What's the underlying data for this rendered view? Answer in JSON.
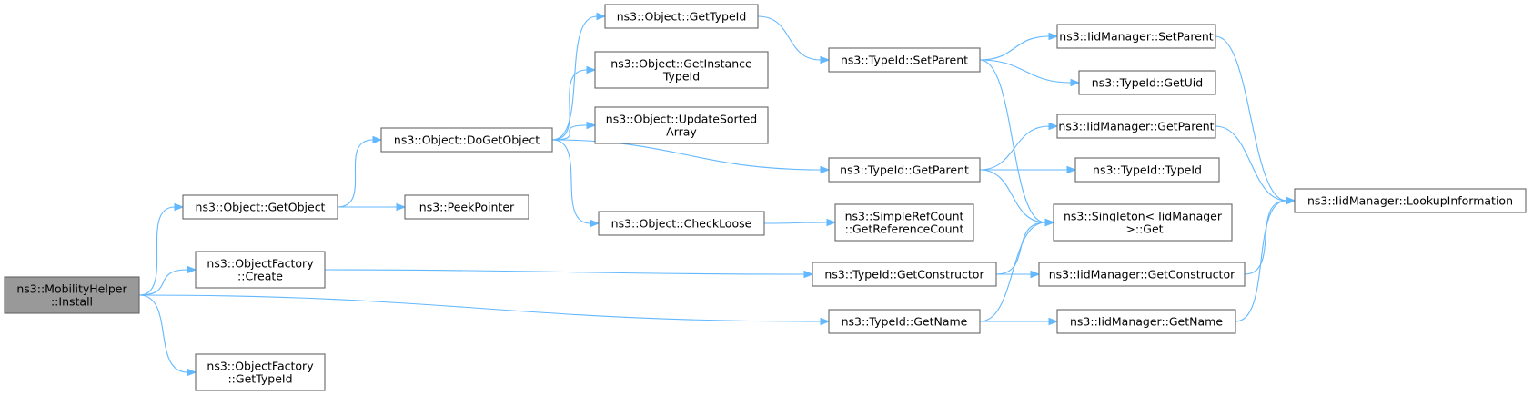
{
  "graph": {
    "type": "call-graph",
    "colors": {
      "root_fill": "#999999",
      "node_border": "#666666",
      "edge": "#63b8ff"
    },
    "nodes": [
      {
        "id": "install",
        "lines": [
          "ns3::MobilityHelper",
          "::Install"
        ],
        "root": true
      },
      {
        "id": "getobject",
        "lines": [
          "ns3::Object::GetObject"
        ]
      },
      {
        "id": "of_create",
        "lines": [
          "ns3::ObjectFactory",
          "::Create"
        ]
      },
      {
        "id": "of_gettypeid",
        "lines": [
          "ns3::ObjectFactory",
          "::GetTypeId"
        ]
      },
      {
        "id": "dogetobject",
        "lines": [
          "ns3::Object::DoGetObject"
        ]
      },
      {
        "id": "peekpointer",
        "lines": [
          "ns3::PeekPointer"
        ]
      },
      {
        "id": "obj_gettypeid",
        "lines": [
          "ns3::Object::GetTypeId"
        ]
      },
      {
        "id": "obj_getinstance",
        "lines": [
          "ns3::Object::GetInstance",
          "TypeId"
        ]
      },
      {
        "id": "obj_updatesorted",
        "lines": [
          "ns3::Object::UpdateSorted",
          "Array"
        ]
      },
      {
        "id": "obj_checkloose",
        "lines": [
          "ns3::Object::CheckLoose"
        ]
      },
      {
        "id": "tid_setparent",
        "lines": [
          "ns3::TypeId::SetParent"
        ]
      },
      {
        "id": "tid_getparent",
        "lines": [
          "ns3::TypeId::GetParent"
        ]
      },
      {
        "id": "simplerefcount",
        "lines": [
          "ns3::SimpleRefCount",
          "::GetReferenceCount"
        ]
      },
      {
        "id": "tid_getconstructor",
        "lines": [
          "ns3::TypeId::GetConstructor"
        ]
      },
      {
        "id": "tid_getname",
        "lines": [
          "ns3::TypeId::GetName"
        ]
      },
      {
        "id": "iid_setparent",
        "lines": [
          "ns3::IidManager::SetParent"
        ]
      },
      {
        "id": "tid_getuid",
        "lines": [
          "ns3::TypeId::GetUid"
        ]
      },
      {
        "id": "iid_getparent",
        "lines": [
          "ns3::IidManager::GetParent"
        ]
      },
      {
        "id": "tid_typeid",
        "lines": [
          "ns3::TypeId::TypeId"
        ]
      },
      {
        "id": "singleton_get",
        "lines": [
          "ns3::Singleton< IidManager",
          " >::Get"
        ]
      },
      {
        "id": "iid_getconstructor",
        "lines": [
          "ns3::IidManager::GetConstructor"
        ]
      },
      {
        "id": "iid_getname",
        "lines": [
          "ns3::IidManager::GetName"
        ]
      },
      {
        "id": "iid_lookup",
        "lines": [
          "ns3::IidManager::LookupInformation"
        ]
      }
    ],
    "edges": [
      {
        "from": "install",
        "to": "getobject"
      },
      {
        "from": "install",
        "to": "of_create"
      },
      {
        "from": "install",
        "to": "of_gettypeid"
      },
      {
        "from": "install",
        "to": "tid_getname"
      },
      {
        "from": "getobject",
        "to": "dogetobject"
      },
      {
        "from": "getobject",
        "to": "peekpointer"
      },
      {
        "from": "dogetobject",
        "to": "obj_gettypeid"
      },
      {
        "from": "dogetobject",
        "to": "obj_getinstance"
      },
      {
        "from": "dogetobject",
        "to": "obj_updatesorted"
      },
      {
        "from": "dogetobject",
        "to": "obj_checkloose"
      },
      {
        "from": "dogetobject",
        "to": "tid_getparent"
      },
      {
        "from": "obj_gettypeid",
        "to": "tid_setparent"
      },
      {
        "from": "obj_checkloose",
        "to": "simplerefcount"
      },
      {
        "from": "of_create",
        "to": "tid_getconstructor"
      },
      {
        "from": "tid_setparent",
        "to": "iid_setparent"
      },
      {
        "from": "tid_setparent",
        "to": "tid_getuid"
      },
      {
        "from": "tid_setparent",
        "to": "singleton_get"
      },
      {
        "from": "tid_getparent",
        "to": "iid_getparent"
      },
      {
        "from": "tid_getparent",
        "to": "tid_typeid"
      },
      {
        "from": "tid_getparent",
        "to": "singleton_get"
      },
      {
        "from": "tid_getconstructor",
        "to": "singleton_get"
      },
      {
        "from": "tid_getconstructor",
        "to": "iid_getconstructor"
      },
      {
        "from": "tid_getname",
        "to": "singleton_get"
      },
      {
        "from": "tid_getname",
        "to": "iid_getname"
      },
      {
        "from": "iid_setparent",
        "to": "iid_lookup"
      },
      {
        "from": "iid_getparent",
        "to": "iid_lookup"
      },
      {
        "from": "iid_getconstructor",
        "to": "iid_lookup"
      },
      {
        "from": "iid_getname",
        "to": "iid_lookup"
      }
    ]
  }
}
